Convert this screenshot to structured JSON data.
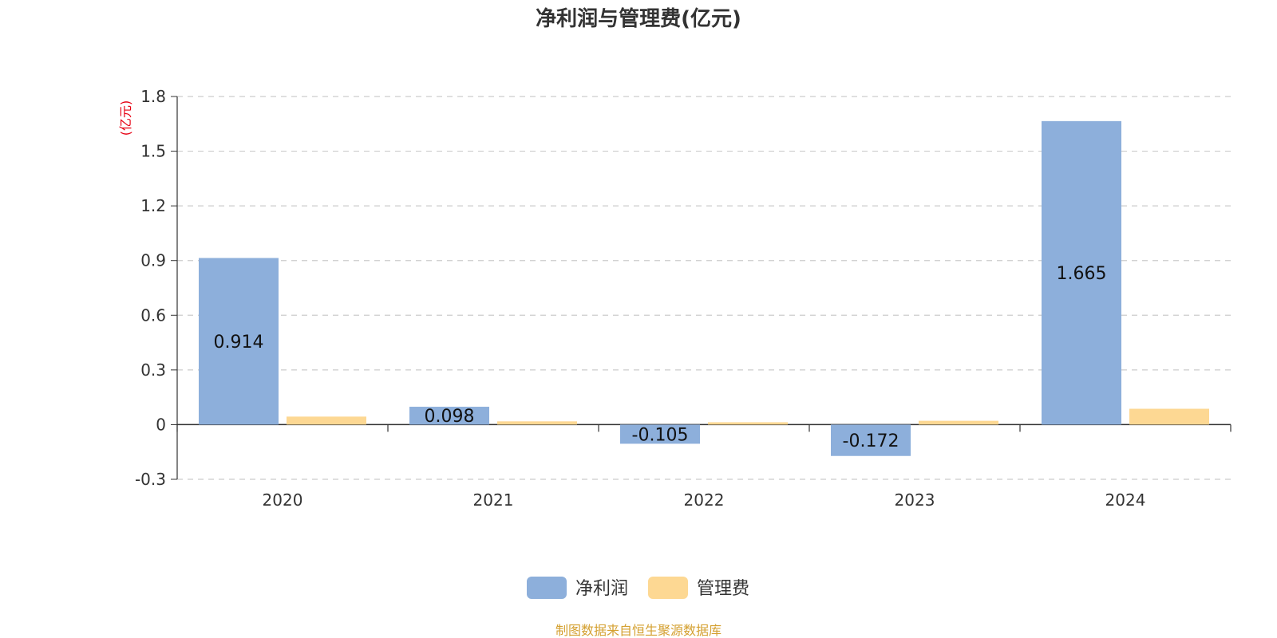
{
  "colors": {
    "net_profit": "#8dafdb",
    "admin_fee": "#fdd893",
    "unit": "#e60012",
    "source": "#d4a030",
    "axis": "#333333",
    "grid": "#cccccc"
  },
  "chart_data": {
    "type": "bar",
    "title": "净利润与管理费(亿元)",
    "ylabel": "(亿元)",
    "xlabel": "",
    "categories": [
      "2020",
      "2021",
      "2022",
      "2023",
      "2024"
    ],
    "ylim": [
      -0.3,
      1.8
    ],
    "yticks": [
      "-0.3",
      "0",
      "0.3",
      "0.6",
      "0.9",
      "1.2",
      "1.5",
      "1.8"
    ],
    "grid": true,
    "legend_position": "bottom-center",
    "series": [
      {
        "name": "净利润",
        "values": [
          0.914,
          0.098,
          -0.105,
          -0.172,
          1.665
        ],
        "labels": [
          "0.914",
          "0.098",
          "-0.105",
          "-0.172",
          "1.665"
        ]
      },
      {
        "name": "管理费",
        "values": [
          0.044,
          0.018,
          0.013,
          0.021,
          0.087
        ]
      }
    ]
  },
  "footer": {
    "source": "制图数据来自恒生聚源数据库"
  }
}
